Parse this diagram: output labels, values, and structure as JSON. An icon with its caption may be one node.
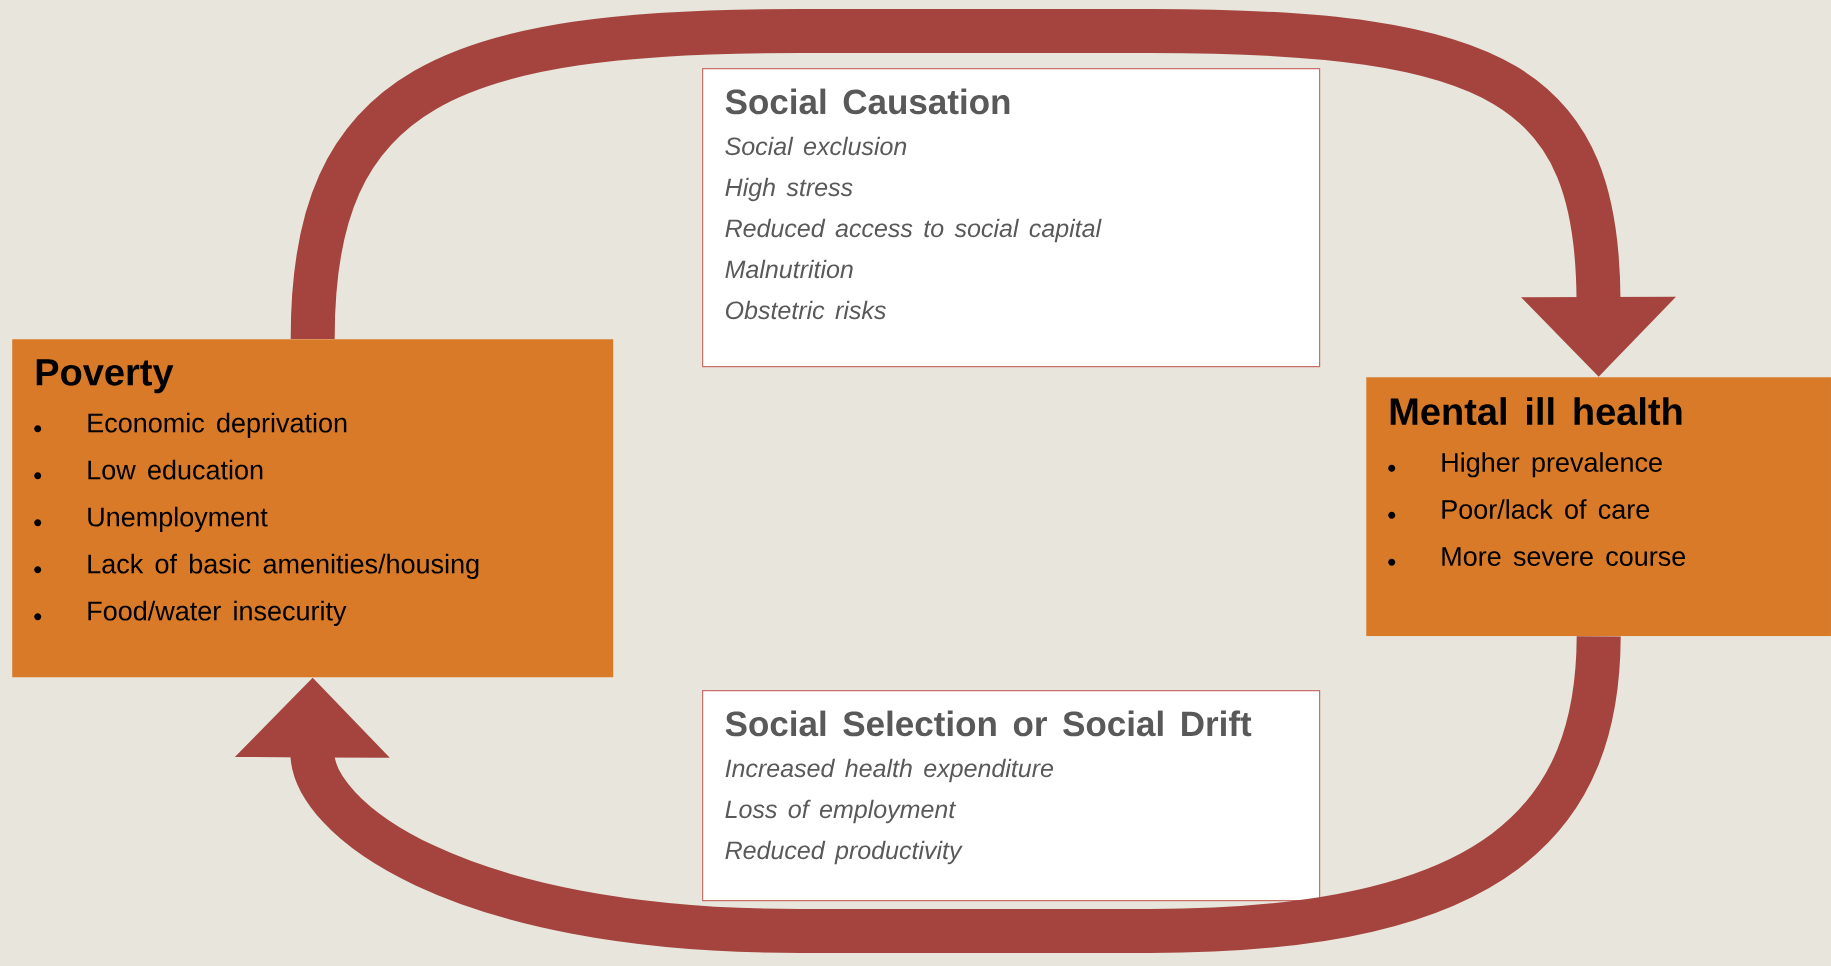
{
  "diagram": {
    "nodes": [
      {
        "text": [
          "Poverty",
          "Economic deprivation",
          "Low education",
          "Unemployment",
          "Lack of basic amenities/housing",
          "Food/water insecurity"
        ]
      },
      {
        "text": [
          "Social Causation",
          "Social exclusion",
          "High stress",
          "Reduced access to social capital",
          "Malnutrition",
          "Obstetric risks"
        ]
      },
      {
        "text": [
          "Mental ill health",
          "Higher prevalence",
          "Poor/lack of care",
          "More severe course"
        ]
      },
      {
        "text": [
          "Social Selection or Social Drift",
          "Increased health expenditure",
          "Loss of employment",
          "Reduced productivity"
        ]
      }
    ],
    "edges": [
      {
        "from": 0,
        "to": 2,
        "arrow": "to"
      },
      {
        "from": 2,
        "to": 0,
        "arrow": "to"
      }
    ]
  }
}
